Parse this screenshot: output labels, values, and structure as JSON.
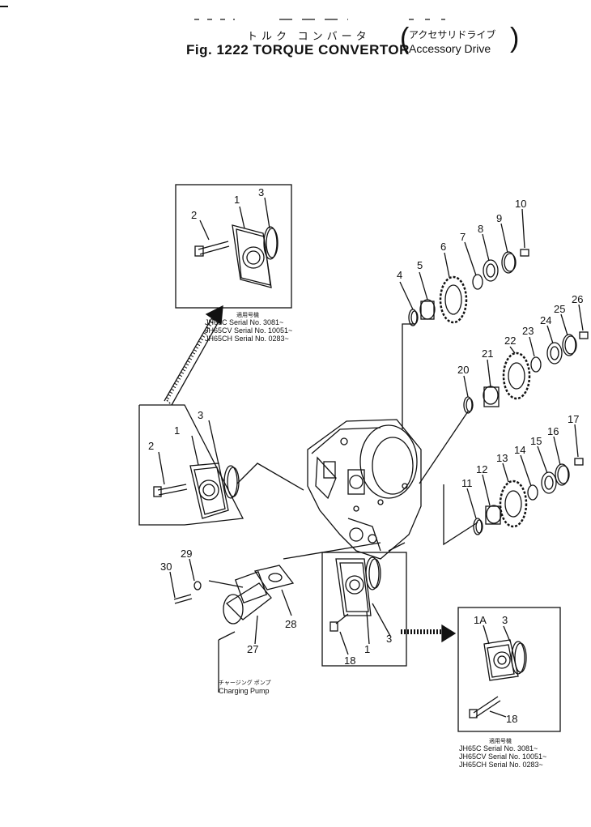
{
  "title": {
    "jp_main": "トルク コンバータ",
    "jp_sub": "アクセサリドライブ",
    "fig": "Fig. 1222 TORQUE CONVERTOR",
    "sub": "Accessory Drive"
  },
  "labels": {
    "n1": "1",
    "n1a": "1A",
    "n2": "2",
    "n3": "3",
    "n4": "4",
    "n5": "5",
    "n6": "6",
    "n7": "7",
    "n8": "8",
    "n9": "9",
    "n10": "10",
    "n11": "11",
    "n12": "12",
    "n13": "13",
    "n14": "14",
    "n15": "15",
    "n16": "16",
    "n17": "17",
    "n18": "18",
    "n20": "20",
    "n21": "21",
    "n22": "22",
    "n23": "23",
    "n24": "24",
    "n25": "25",
    "n26": "26",
    "n27": "27",
    "n28": "28",
    "n29": "29",
    "n30": "30"
  },
  "serials_top": {
    "jp": "適用号機",
    "r1": "JH65C   Serial No. 3081~",
    "r2": "JH65CV  Serial No. 10051~",
    "r3": "JH65CH  Serial No. 0283~"
  },
  "serials_bottom": {
    "jp": "適用号機",
    "r1": "JH65C    Serial No. 3081~",
    "r2": "JH65CV   Serial No. 10051~",
    "r3": "JH65CH   Serial No. 0283~"
  },
  "pump": {
    "jp": "チャージング ポンプ",
    "en": "Charging Pump"
  }
}
